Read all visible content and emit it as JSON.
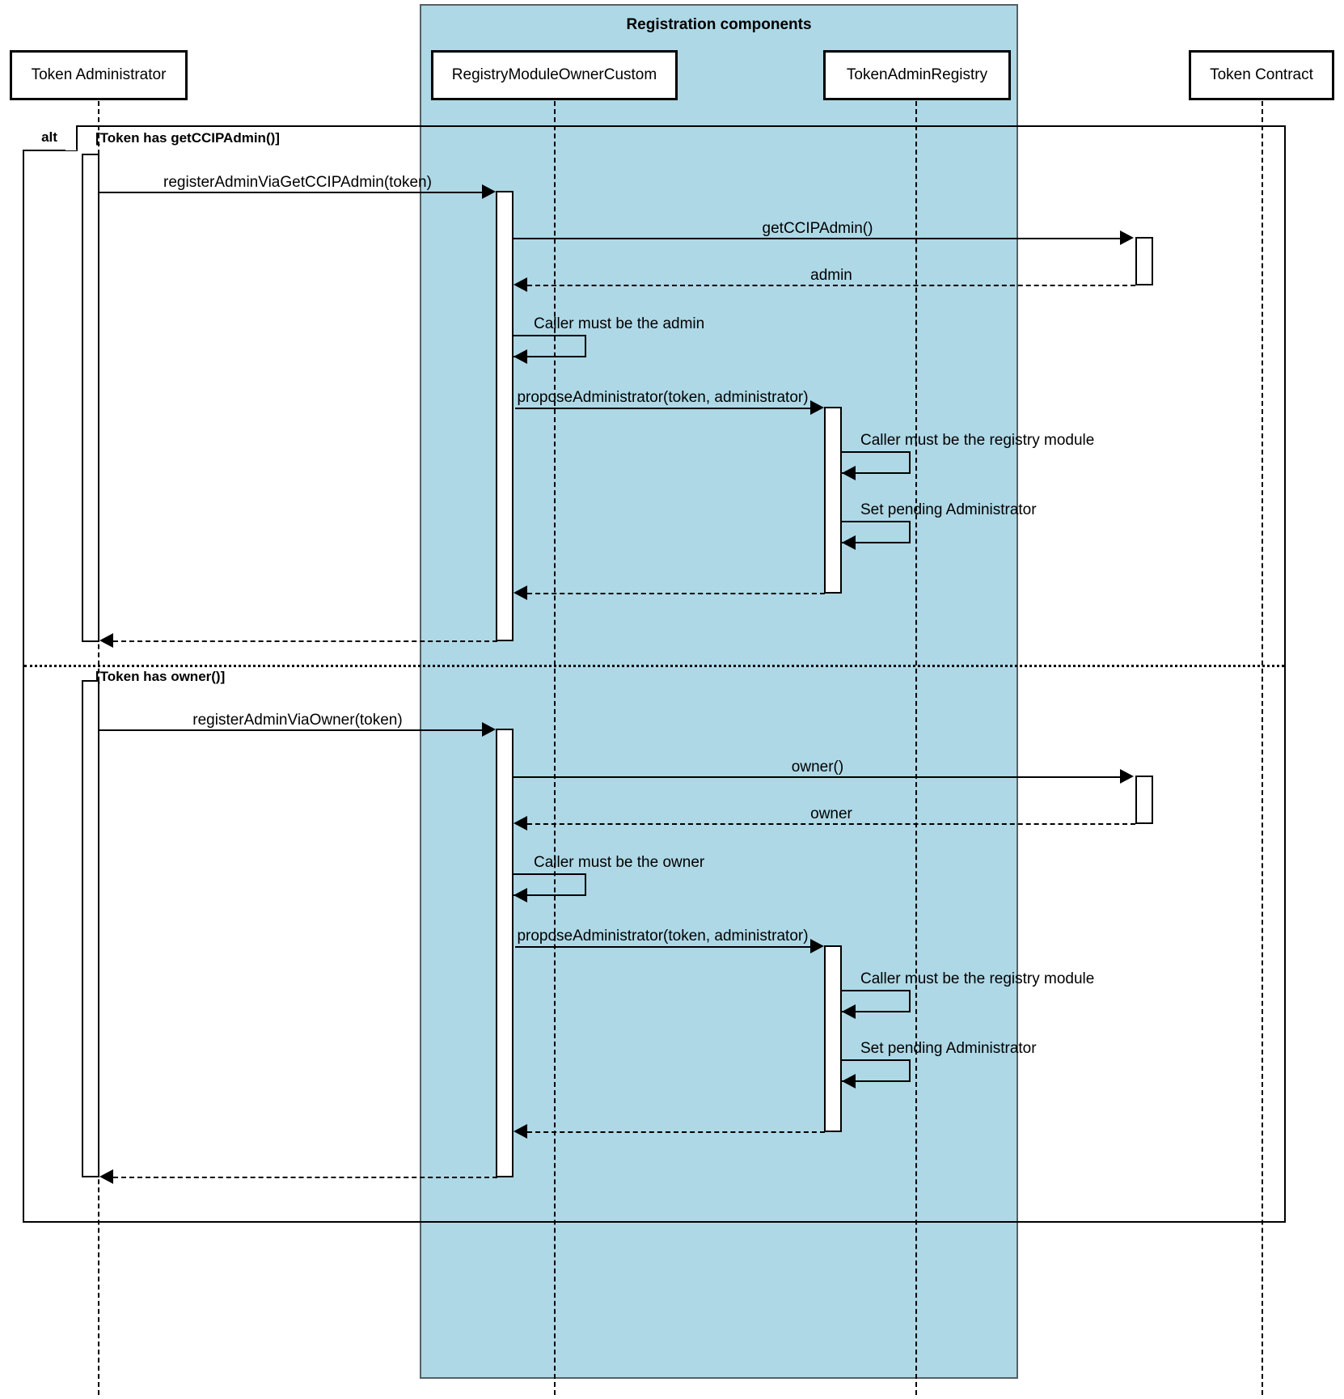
{
  "diagram": {
    "type": "uml-sequence-diagram",
    "group": {
      "title": "Registration components",
      "color": "#aed8e6",
      "members": [
        "RegistryModuleOwnerCustom",
        "TokenAdminRegistry"
      ]
    },
    "participants": [
      {
        "id": "admin",
        "label": "Token Administrator"
      },
      {
        "id": "registry",
        "label": "RegistryModuleOwnerCustom"
      },
      {
        "id": "tar",
        "label": "TokenAdminRegistry"
      },
      {
        "id": "token",
        "label": "Token Contract"
      }
    ],
    "fragment": {
      "operator": "alt",
      "guards": [
        "[Token has getCCIPAdmin()]",
        "[Token has owner()]"
      ]
    },
    "messages": [
      {
        "id": "m1",
        "label": "registerAdminViaGetCCIPAdmin(token)",
        "kind": "call",
        "from": "admin",
        "to": "registry"
      },
      {
        "id": "m2",
        "label": "getCCIPAdmin()",
        "kind": "call",
        "from": "registry",
        "to": "token"
      },
      {
        "id": "m3",
        "label": "admin",
        "kind": "return",
        "from": "token",
        "to": "registry"
      },
      {
        "id": "m4",
        "label": "Caller must be the admin",
        "kind": "self",
        "from": "registry",
        "to": "registry"
      },
      {
        "id": "m5",
        "label": "proposeAdministrator(token, administrator)",
        "kind": "call",
        "from": "registry",
        "to": "tar"
      },
      {
        "id": "m6",
        "label": "Caller must be the registry module",
        "kind": "self",
        "from": "tar",
        "to": "tar"
      },
      {
        "id": "m7",
        "label": "Set pending Administrator",
        "kind": "self",
        "from": "tar",
        "to": "tar"
      },
      {
        "id": "m8",
        "label": "",
        "kind": "return",
        "from": "tar",
        "to": "registry"
      },
      {
        "id": "m9",
        "label": "",
        "kind": "return",
        "from": "registry",
        "to": "admin"
      },
      {
        "id": "m10",
        "label": "registerAdminViaOwner(token)",
        "kind": "call",
        "from": "admin",
        "to": "registry"
      },
      {
        "id": "m11",
        "label": "owner()",
        "kind": "call",
        "from": "registry",
        "to": "token"
      },
      {
        "id": "m12",
        "label": "owner",
        "kind": "return",
        "from": "token",
        "to": "registry"
      },
      {
        "id": "m13",
        "label": "Caller must be the owner",
        "kind": "self",
        "from": "registry",
        "to": "registry"
      },
      {
        "id": "m14",
        "label": "proposeAdministrator(token, administrator)",
        "kind": "call",
        "from": "registry",
        "to": "tar"
      },
      {
        "id": "m15",
        "label": "Caller must be the registry module",
        "kind": "self",
        "from": "tar",
        "to": "tar"
      },
      {
        "id": "m16",
        "label": "Set pending Administrator",
        "kind": "self",
        "from": "tar",
        "to": "tar"
      },
      {
        "id": "m17",
        "label": "",
        "kind": "return",
        "from": "tar",
        "to": "registry"
      },
      {
        "id": "m18",
        "label": "",
        "kind": "return",
        "from": "registry",
        "to": "admin"
      }
    ]
  }
}
